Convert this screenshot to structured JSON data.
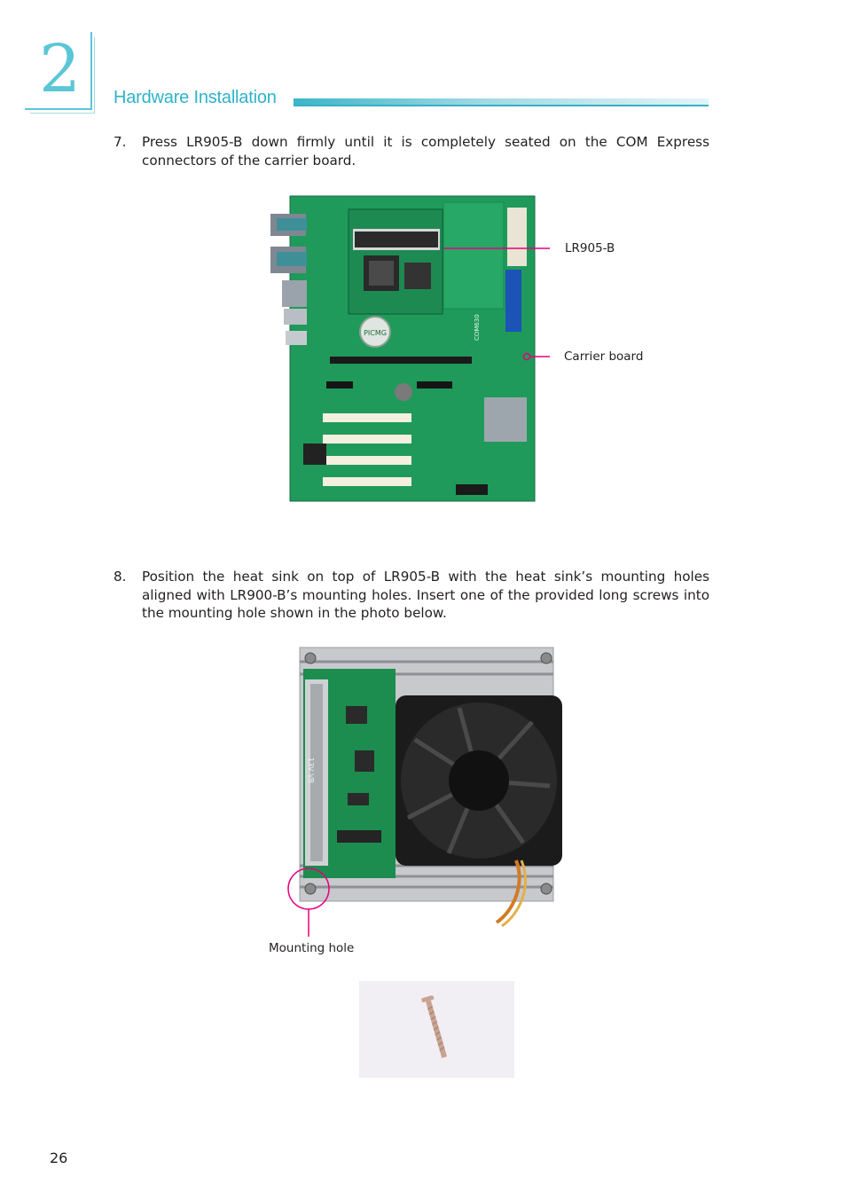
{
  "chapter": {
    "number": "2",
    "title": "Hardware Installation"
  },
  "steps": [
    {
      "number": "7.",
      "text": "Press LR905-B down firmly until it is completely seated on the COM Express connectors of the carrier board."
    },
    {
      "number": "8.",
      "text": "Position the heat sink on top of LR905-B with the heat sink’s mounting holes aligned with LR900-B’s mounting holes. Insert one of the provided long screws into the mounting hole shown in the photo below."
    }
  ],
  "figure1": {
    "labels": {
      "module": "LR905-B",
      "carrier": "Carrier board"
    },
    "silkscreen": {
      "logo": "PICMG",
      "board_id": "COM630"
    }
  },
  "figure2": {
    "labels": {
      "hole": "Mounting hole"
    },
    "silkscreen": "13V VB"
  },
  "colors": {
    "accent": "#5cc6d6",
    "callout": "#e6007e",
    "pcb": "#1f9a5a"
  },
  "page_number": "26"
}
